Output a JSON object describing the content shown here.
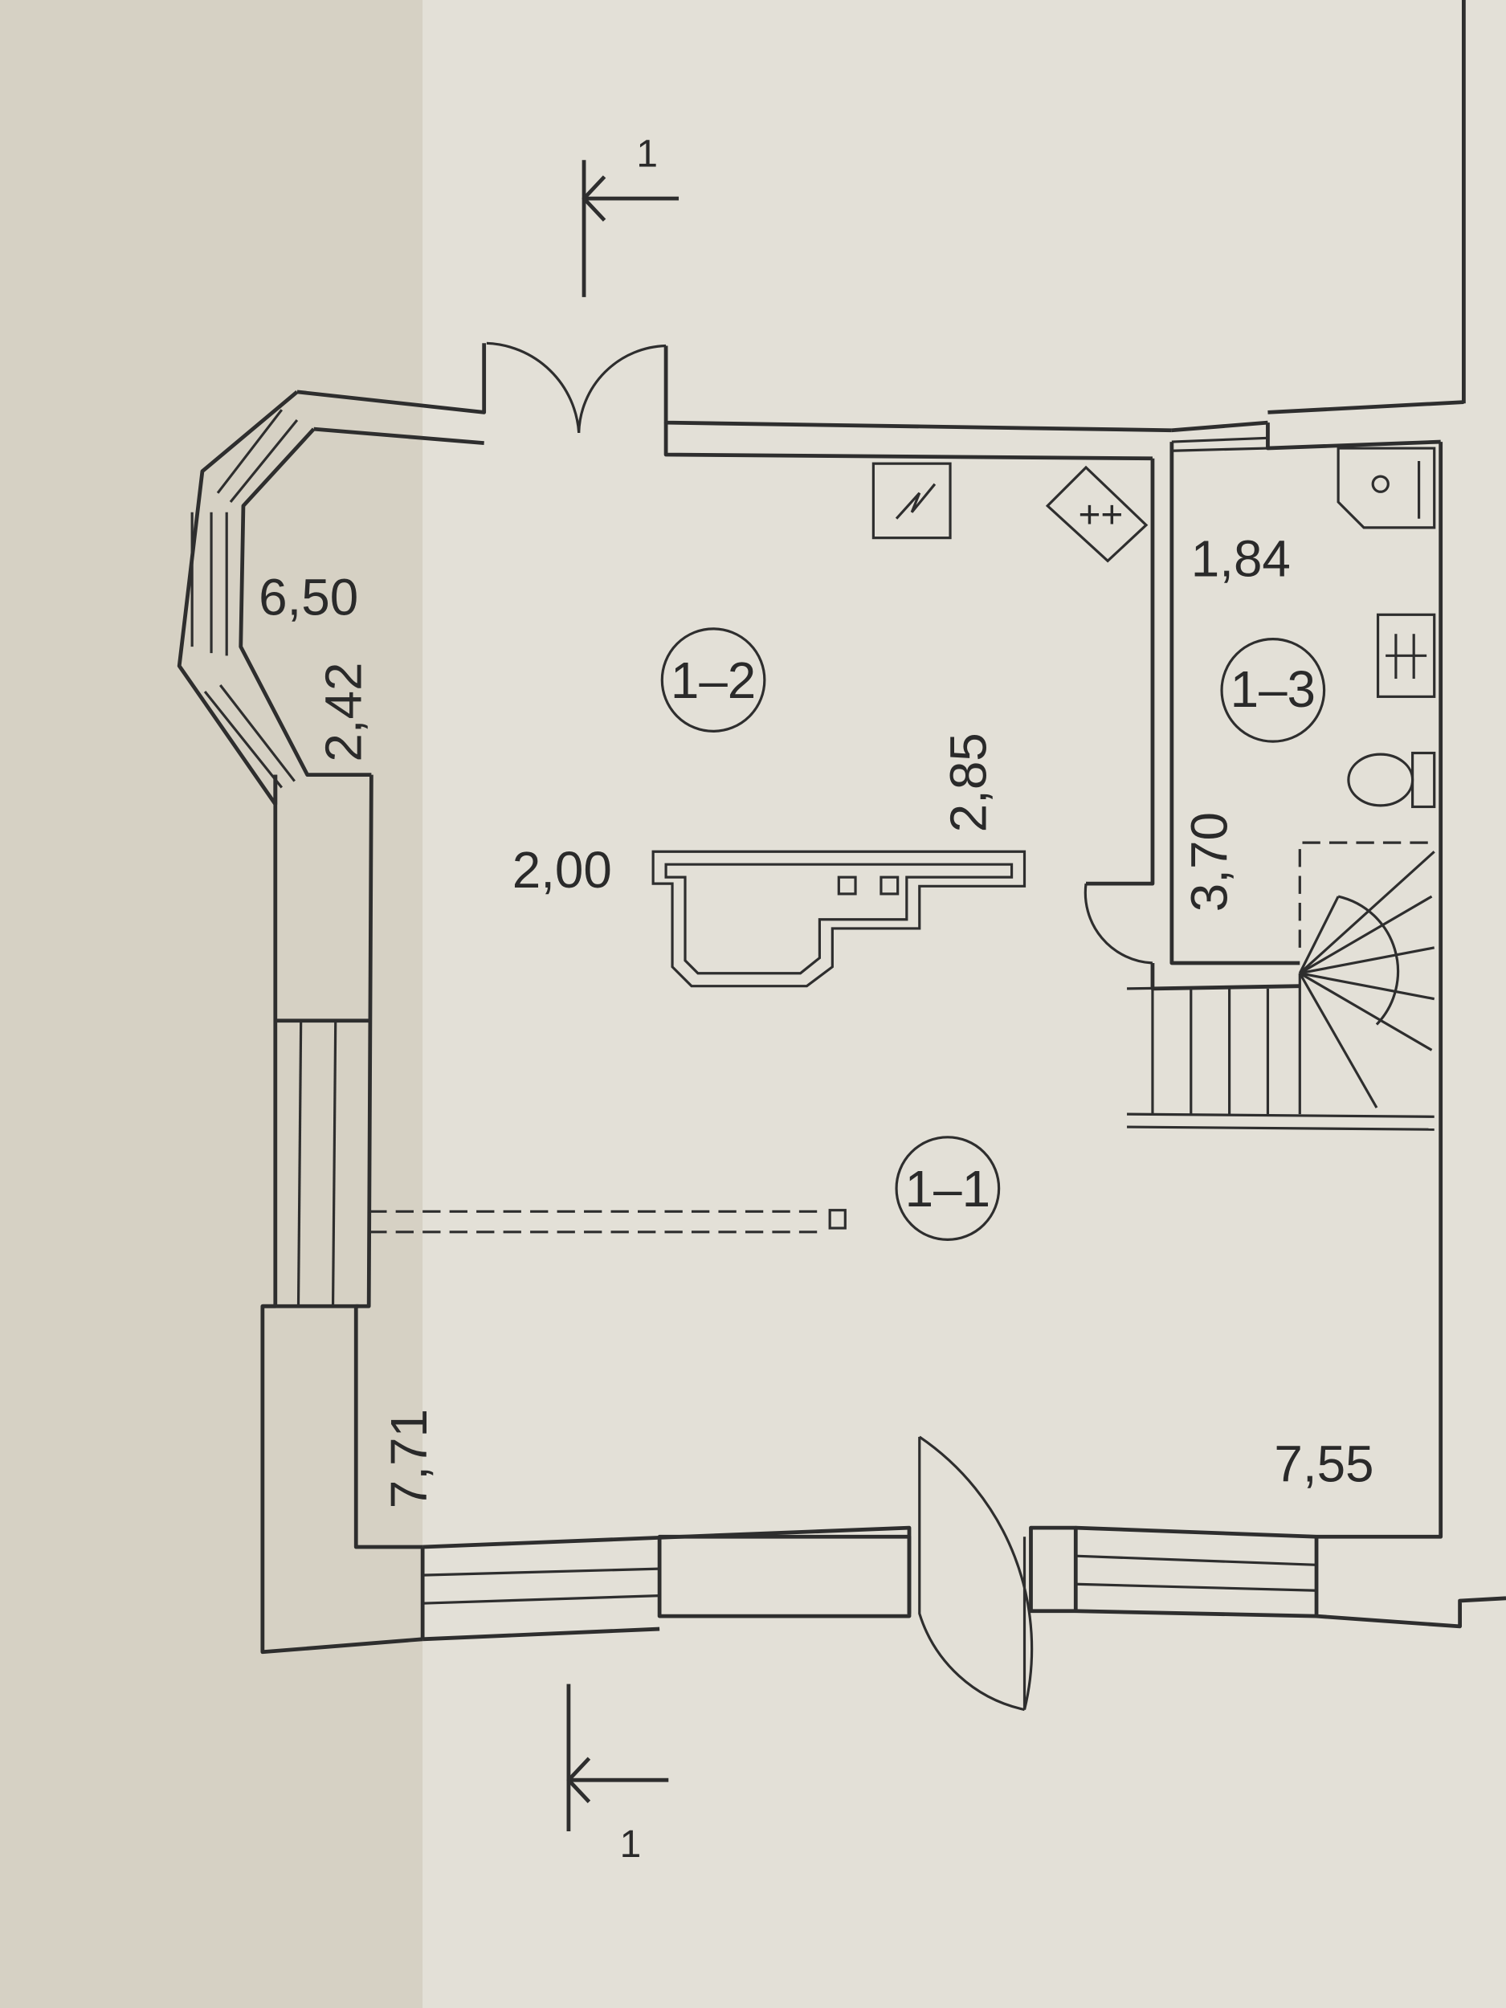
{
  "section_marks": {
    "top": "1",
    "bottom": "1"
  },
  "dimensions": {
    "bay_outer": "6,50",
    "bay_inner": "2,42",
    "fireplace_width": "2,00",
    "room_1_2_height": "2,85",
    "room_1_3_area": "1,84",
    "room_1_3_length": "3,70",
    "left_wall_length": "7,71",
    "front_wall_length": "7,55"
  },
  "rooms": [
    {
      "id": "1–2"
    },
    {
      "id": "1–3"
    },
    {
      "id": "1–1"
    }
  ],
  "colors": {
    "paper": "#e2dfd6",
    "shadow": "#d5d0c3",
    "ink": "#2e2e2e"
  }
}
